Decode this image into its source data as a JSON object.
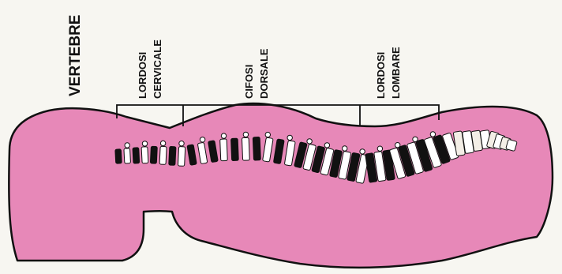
{
  "diagram": {
    "title": "VERTEBRE",
    "regions": [
      {
        "id": "cervical",
        "line1": "LORDOSI",
        "line2": "CERVICALE"
      },
      {
        "id": "dorsal",
        "line1": "CIFOSI",
        "line2": "DORSALE"
      },
      {
        "id": "lumbar",
        "line1": "LORDOSI",
        "line2": "LOMBARE"
      }
    ]
  },
  "colors": {
    "background": "#f7f6f1",
    "body": "#e788b8",
    "outline": "#111111",
    "bone": "#ffffff"
  }
}
